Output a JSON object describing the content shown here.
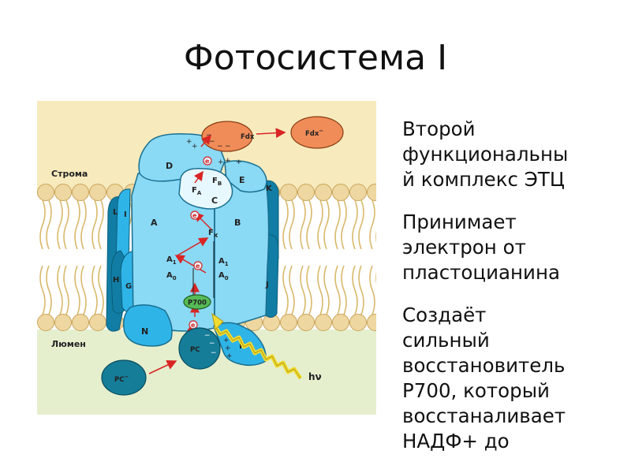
{
  "slide": {
    "title": "Фотосистема I",
    "paragraphs": [
      {
        "lines": [
          "Второй",
          "функциональны",
          "й комплекс ЭТЦ"
        ]
      },
      {
        "lines": [
          "Принимает",
          "электрон от",
          "пластоцианина"
        ]
      },
      {
        "lines": [
          "Создаёт",
          "сильный",
          "восстановитель",
          "Р700, который",
          "восстаналивает",
          "НАДФ+ до"
        ]
      }
    ]
  },
  "diagram": {
    "regions": {
      "stroma": "Строма",
      "lumen": "Люмен"
    },
    "subunits": [
      "D",
      "E",
      "C",
      "A",
      "B",
      "I",
      "L",
      "K",
      "H",
      "G",
      "J",
      "N",
      "F"
    ],
    "cofactors": {
      "fa": "F",
      "fa_sub": "A",
      "fb": "F",
      "fb_sub": "B",
      "fx": "F",
      "fx_sub": "X",
      "a1_left": "A",
      "a1_left_sub": "1",
      "a0_left": "A",
      "a0_left_sub": "0",
      "a1_right": "A",
      "a1_right_sub": "1",
      "a0_right": "A",
      "a0_right_sub": "0",
      "p700": "P700"
    },
    "carriers": {
      "fdx_reduced": "Fdx",
      "fdx_oxidized": "Fdx",
      "fdx_oxidized_sup": "−",
      "pc_bound": "PC",
      "pc_free": "PC",
      "pc_free_sup": "−"
    },
    "light": "hν",
    "electron": "e",
    "charges": {
      "plus": "+",
      "minus": "−"
    },
    "colors": {
      "stroma_bg": "#f7ebbd",
      "lumen_bg": "#e5efce",
      "membrane_head": "#eed7a0",
      "subunit_light": "#8ad9f5",
      "subunit_mid": "#2fb4e8",
      "subunit_dark": "#117da4",
      "carrier_orange": "#f08c58",
      "pc_teal": "#157d98",
      "p700_green": "#56bb56",
      "electron_red": "#d92525",
      "light_yellow": "#f0dc32"
    }
  }
}
